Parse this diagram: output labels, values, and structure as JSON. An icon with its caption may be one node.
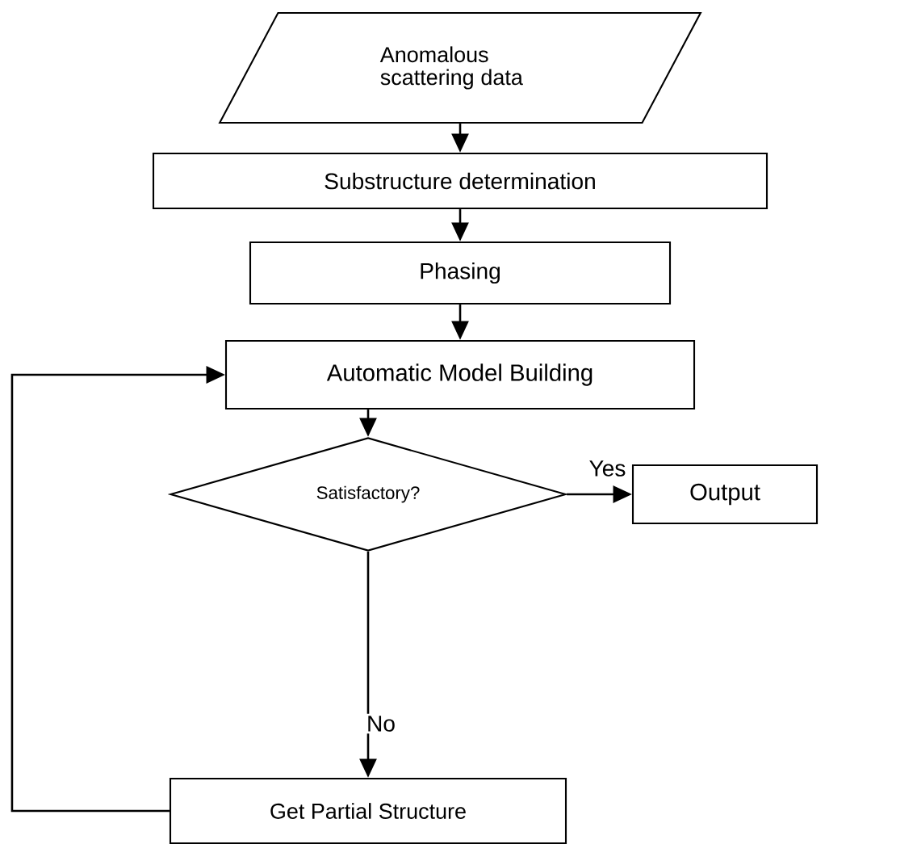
{
  "diagram": {
    "nodes": [
      {
        "text": [
          "Anomalous scattering data"
        ]
      },
      {
        "text": [
          "Substructure determination"
        ]
      },
      {
        "text": [
          "Phasing"
        ]
      },
      {
        "text": [
          "Automatic Model Building"
        ]
      },
      {
        "text": [
          "Satisfactory?"
        ]
      },
      {
        "text": [
          "Output"
        ]
      },
      {
        "text": [
          "Get Partial Structure"
        ]
      }
    ],
    "edges": [
      {
        "from": 0,
        "to": 1,
        "arrow": "to"
      },
      {
        "from": 1,
        "to": 2,
        "arrow": "to"
      },
      {
        "from": 2,
        "to": 3,
        "arrow": "to"
      },
      {
        "from": 3,
        "to": 4,
        "arrow": "to"
      },
      {
        "from": 4,
        "to": 5,
        "arrow": "to",
        "label": "Yes"
      },
      {
        "from": 4,
        "to": 6,
        "arrow": "to",
        "label": "No"
      },
      {
        "from": 6,
        "to": 3,
        "arrow": "to"
      }
    ]
  }
}
